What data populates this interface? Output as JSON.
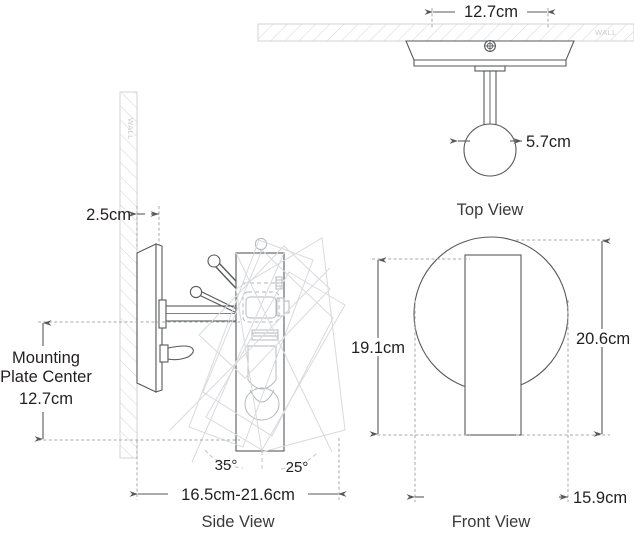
{
  "document": {
    "title": "Wall Sconce Dimension Drawing",
    "units": "cm",
    "line_color": "#58595b",
    "text_color": "#231f20",
    "hatch_color": "#d6d7d9",
    "dim_color": "#808285",
    "ghost_color": "#d9dade",
    "background": "#ffffff"
  },
  "views": {
    "top": {
      "title": "Top View",
      "wall_label": "WALL",
      "dimensions": {
        "plate_width": "12.7cm",
        "globe_diameter": "5.7cm"
      }
    },
    "side": {
      "title": "Side View",
      "wall_label": "WALL",
      "dimensions": {
        "plate_thickness": "2.5cm",
        "mounting_plate_center_label": "Mounting",
        "mounting_plate_center_label2": "Plate Center",
        "mounting_plate_center": "12.7cm",
        "projection_range": "16.5cm-21.6cm"
      },
      "angles": {
        "up_tilt": "35°",
        "down_tilt": "25°"
      }
    },
    "front": {
      "title": "Front View",
      "dimensions": {
        "height_left": "19.1cm",
        "height_right": "20.6cm",
        "width_bottom": "15.9cm"
      }
    }
  }
}
